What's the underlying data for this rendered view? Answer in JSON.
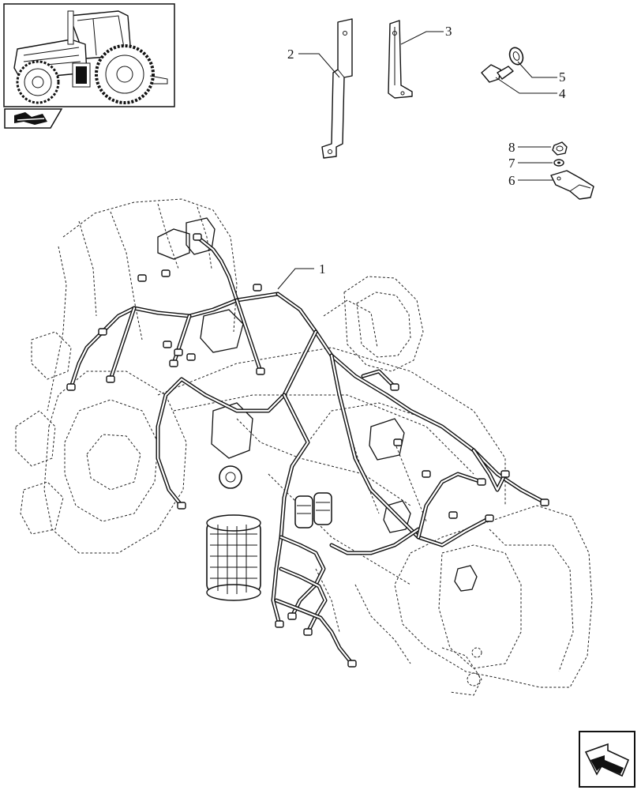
{
  "callouts": [
    {
      "id": "c1",
      "label": "1"
    },
    {
      "id": "c2",
      "label": "2"
    },
    {
      "id": "c3",
      "label": "3"
    },
    {
      "id": "c4",
      "label": "4"
    },
    {
      "id": "c5",
      "label": "5"
    },
    {
      "id": "c6",
      "label": "6"
    },
    {
      "id": "c7",
      "label": "7"
    },
    {
      "id": "c8",
      "label": "8"
    }
  ],
  "icons": {
    "thumbnail": "tractor-thumbnail-icon",
    "section_marker": "book-section-icon",
    "nav_button": "next-page-arrow-icon"
  }
}
